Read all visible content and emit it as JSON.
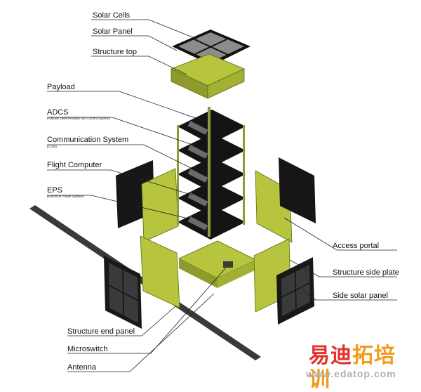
{
  "labels": {
    "solar_cells": "Solar Cells",
    "solar_panel": "Solar Panel",
    "structure_top": "Structure top",
    "payload": "Payload",
    "adcs": "ADCS",
    "adcs_sub": "(Attitude Determination and Control System)",
    "communication": "Communication System",
    "communication_sub": "(COM)",
    "flight_computer": "Flight Computer",
    "eps": "EPS",
    "eps_sub": "(Electrical Power System)",
    "access_portal": "Access portal",
    "structure_side_plate": "Structure side plate",
    "side_solar_panel": "Side solar panel",
    "structure_end_panel": "Structure end panel",
    "microswitch": "Microswitch",
    "antenna": "Antenna"
  },
  "watermark": {
    "cn": "易迪拓培训",
    "url": "www.edatop.com"
  },
  "colors": {
    "structure": "#b6c43e",
    "structure_dark": "#8e9a2c",
    "board": "#141414",
    "solar": "#2b2b2b",
    "watermark_red": "#e2322a",
    "watermark_orange": "#f29a1c"
  }
}
